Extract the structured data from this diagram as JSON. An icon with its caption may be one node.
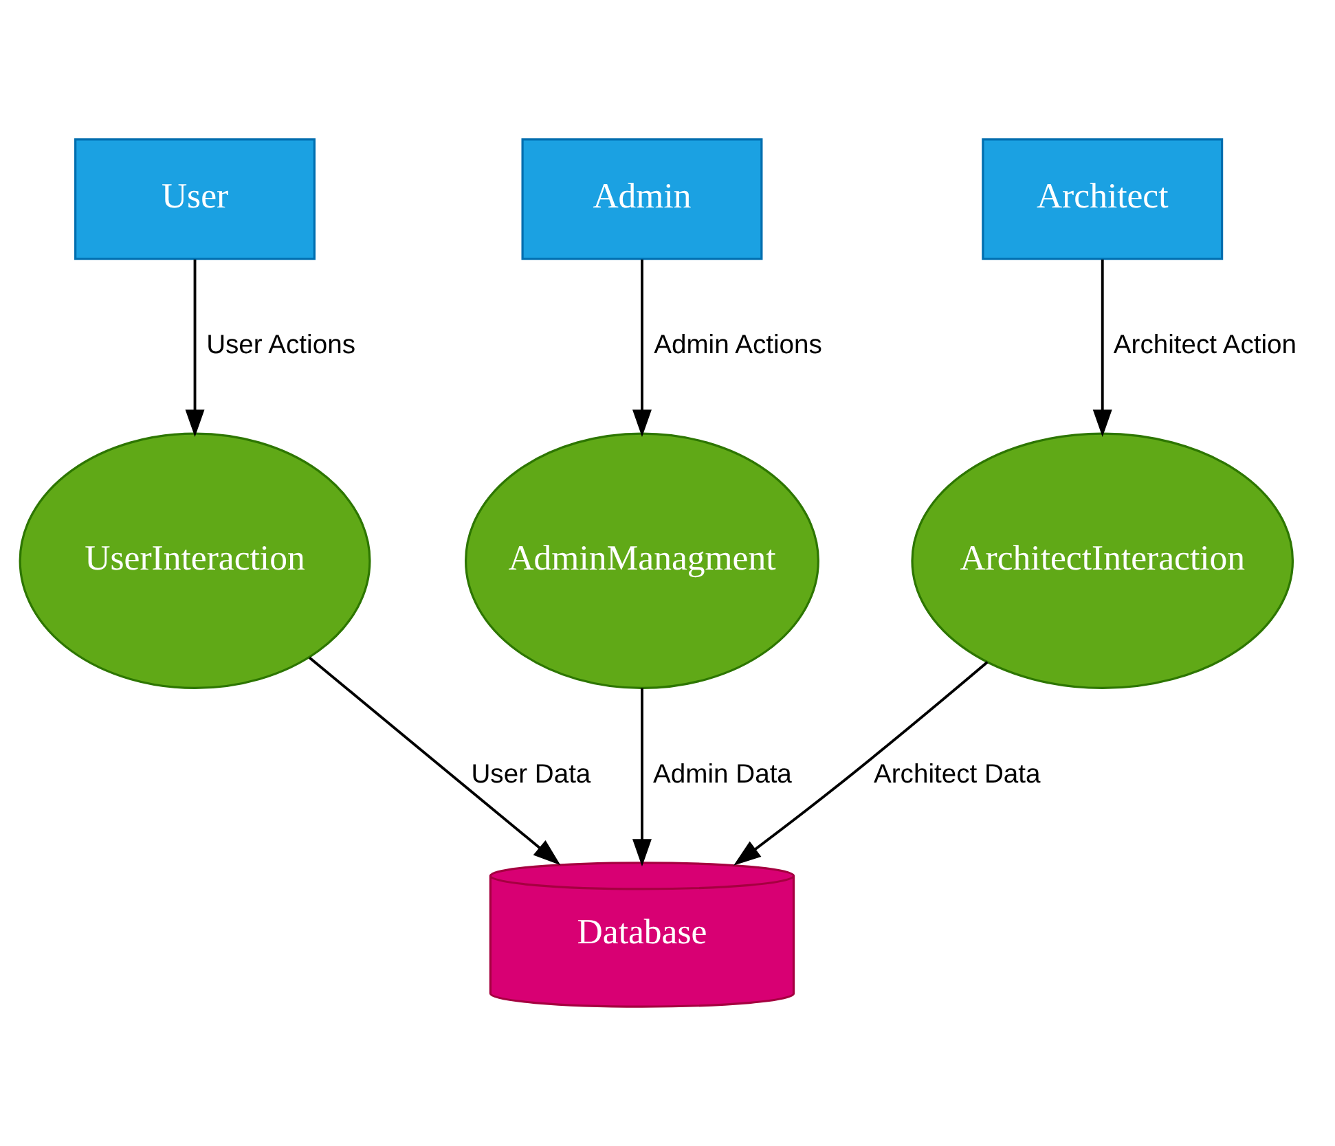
{
  "diagram": {
    "nodes": [
      {
        "text": [
          "User"
        ]
      },
      {
        "text": [
          "Admin"
        ]
      },
      {
        "text": [
          "Architect"
        ]
      },
      {
        "text": [
          "UserInteraction"
        ]
      },
      {
        "text": [
          "AdminManagment"
        ]
      },
      {
        "text": [
          "ArchitectInteraction"
        ]
      },
      {
        "text": [
          "Database"
        ]
      }
    ],
    "edges": [
      {
        "from": 0,
        "to": 3,
        "arrow": "to",
        "label": "User Actions"
      },
      {
        "from": 1,
        "to": 4,
        "arrow": "to",
        "label": "Admin Actions"
      },
      {
        "from": 2,
        "to": 5,
        "arrow": "to",
        "label": "Architect Action"
      },
      {
        "from": 3,
        "to": 6,
        "arrow": "to",
        "label": "User Data"
      },
      {
        "from": 4,
        "to": 6,
        "arrow": "to",
        "label": "Admin Data"
      },
      {
        "from": 5,
        "to": 6,
        "arrow": "to",
        "label": "Architect Data"
      }
    ]
  }
}
